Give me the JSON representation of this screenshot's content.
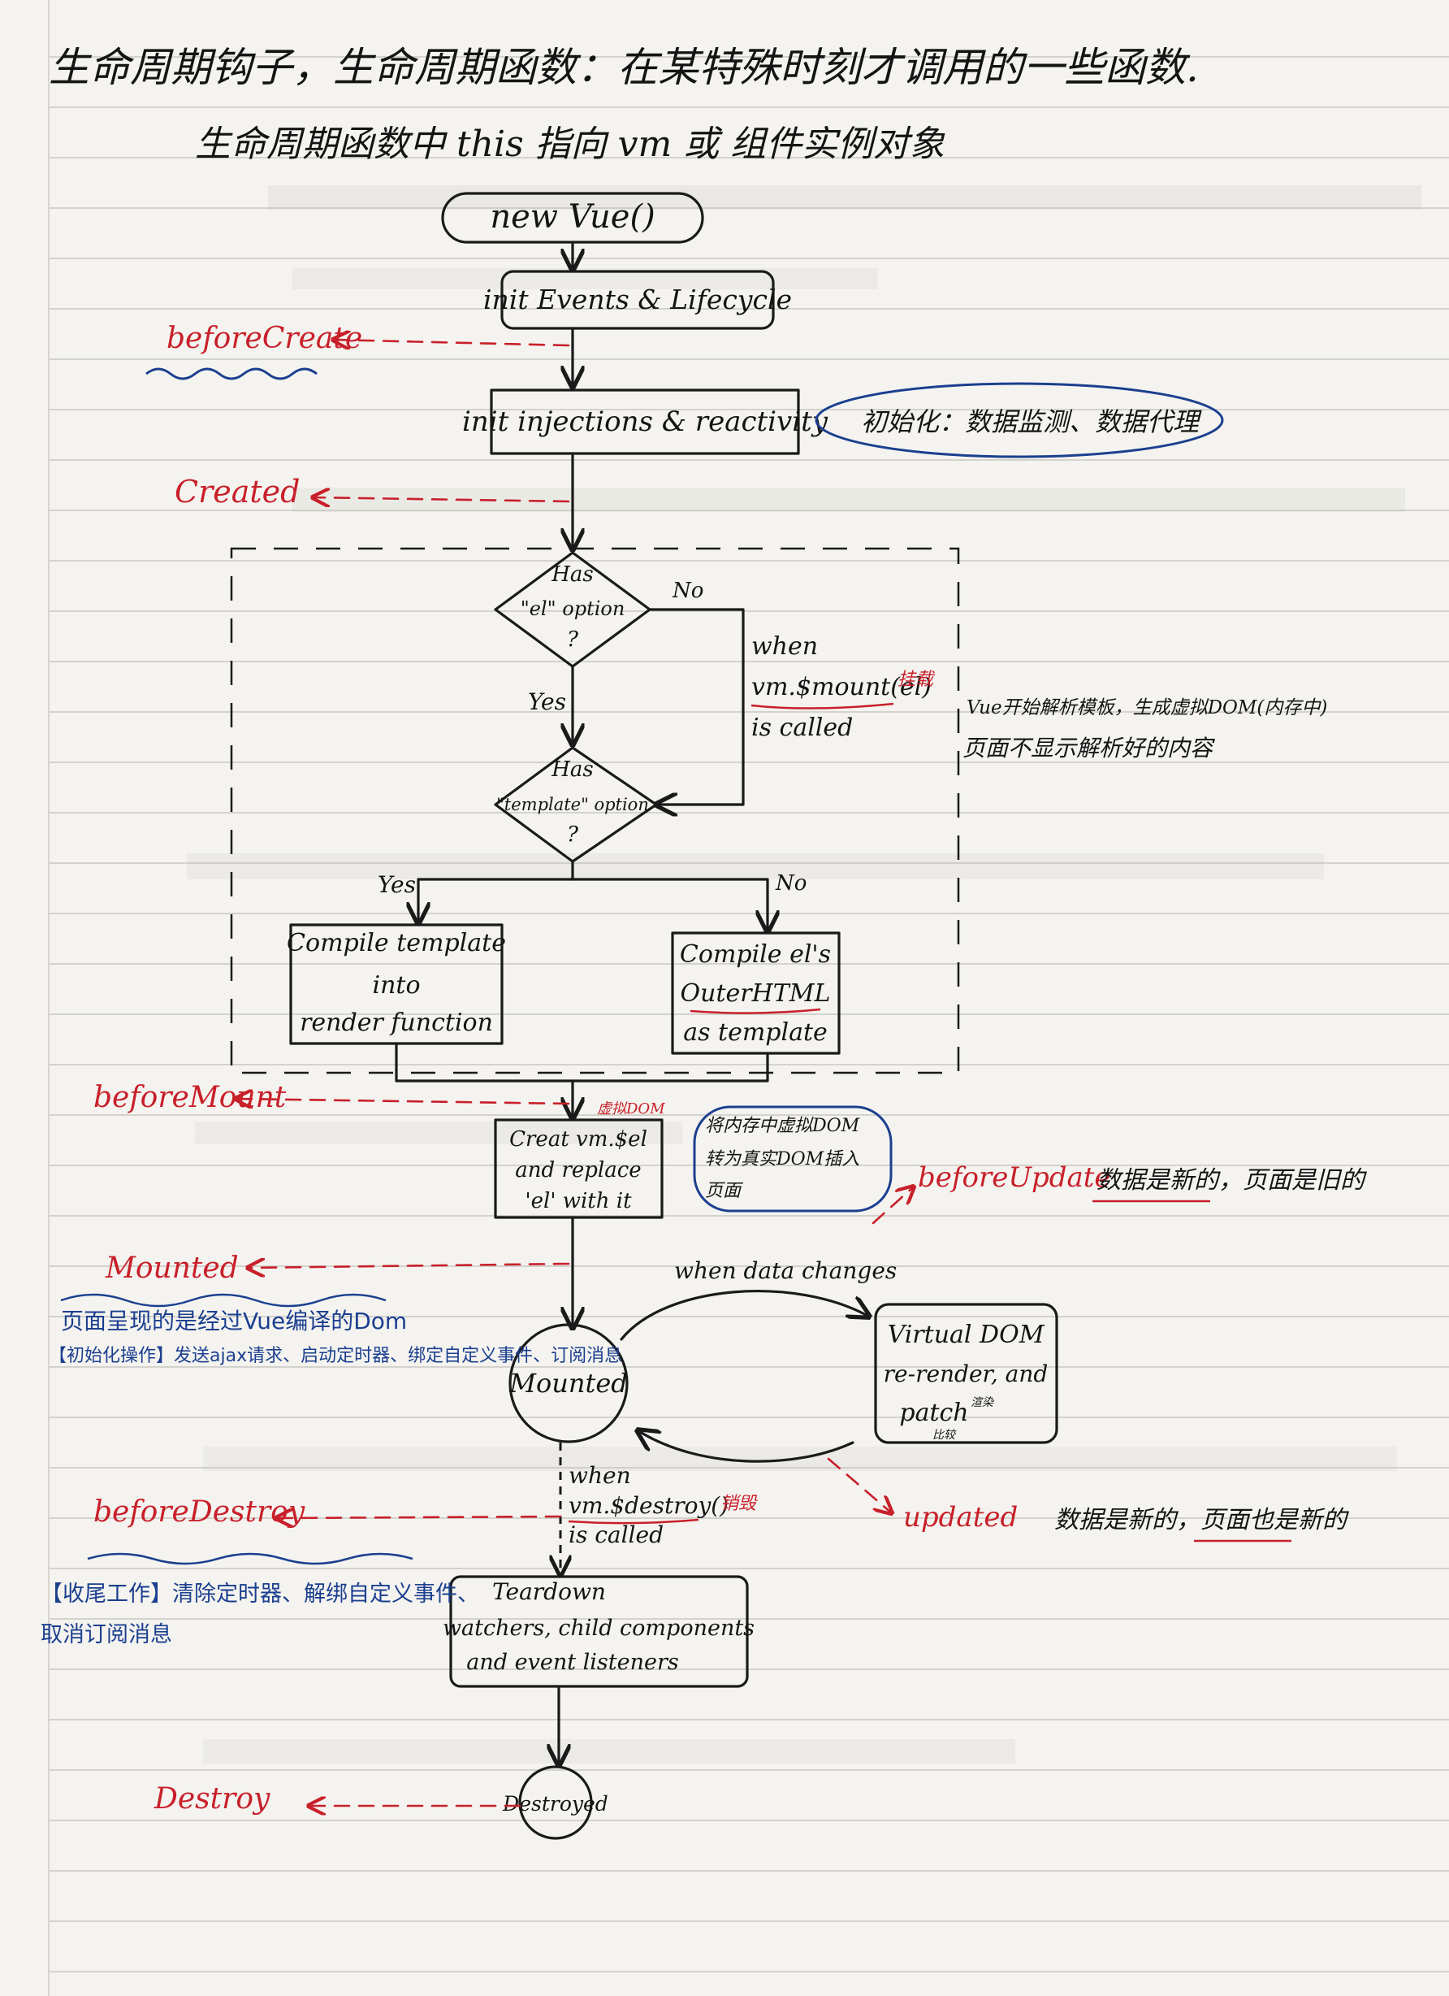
{
  "header": {
    "line1": "生命周期钩子，生命周期函数：在某特殊时刻才调用的一些函数.",
    "line2": "生命周期函数中 this 指向 vm 或 组件实例对象"
  },
  "flow": {
    "new_vue": "new Vue()",
    "init_events": "init Events & Lifecycle",
    "init_injections": "init injections & reactivity",
    "has_el": [
      "Has",
      "\"el\" option",
      "?"
    ],
    "has_template": [
      "Has",
      "\"template\" option",
      "?"
    ],
    "yes": "Yes",
    "no": "No",
    "when_mount": [
      "when",
      "vm.$mount(el)",
      "is called"
    ],
    "mount_tag": "挂载",
    "compile_template": [
      "Compile template",
      "into",
      "render function"
    ],
    "compile_el": [
      "Compile el's",
      "OuterHTML",
      "as template"
    ],
    "virtual_dom_tag": "虚拟DOM",
    "create_el": [
      "Creat vm.$el",
      "and replace",
      "'el' with it"
    ],
    "when_data_changes": "when data changes",
    "virtual_dom": [
      "Virtual DOM",
      "re-render, and",
      "patch"
    ],
    "rerender_tag": "渲染",
    "patch_tag": "比较",
    "mounted_node": "Mounted",
    "when_destroy": [
      "when",
      "vm.$destroy()",
      "is called"
    ],
    "destroy_tag": "销毁",
    "teardown": [
      "Teardown",
      "watchers, child components",
      "and event listeners"
    ],
    "destroyed_node": "Destroyed"
  },
  "hooks": {
    "before_create": "beforeCreate",
    "created": "Created",
    "before_mount": "beforeMount",
    "mounted": "Mounted",
    "before_destroy": "beforeDestroy",
    "destroyed": "Destroy",
    "before_update": "beforeUpdate",
    "updated": "updated"
  },
  "notes": {
    "init_note": "初始化：数据监测、数据代理",
    "compile_note": [
      "Vue开始解析模板，生成虚拟DOM(内存中)",
      "页面不显示解析好的内容"
    ],
    "create_el_note": [
      "将内存中虚拟DOM",
      "转为真实DOM插入",
      "页面"
    ],
    "before_update_note": "数据是新的，页面是旧的",
    "updated_note": "数据是新的，页面也是新的",
    "mounted_note": [
      "页面呈现的是经过Vue编译的Dom",
      "【初始化操作】发送ajax请求、启动定时器、绑定自定义事件、订阅消息"
    ],
    "before_destroy_note": [
      "【收尾工作】清除定时器、解绑自定义事件、",
      "取消订阅消息"
    ]
  },
  "colors": {
    "ink": "#1a1a1a",
    "red": "#c8202a",
    "blue": "#1b3f8f",
    "paper": "#f4f3ef",
    "rule": "#c9c7c2"
  }
}
